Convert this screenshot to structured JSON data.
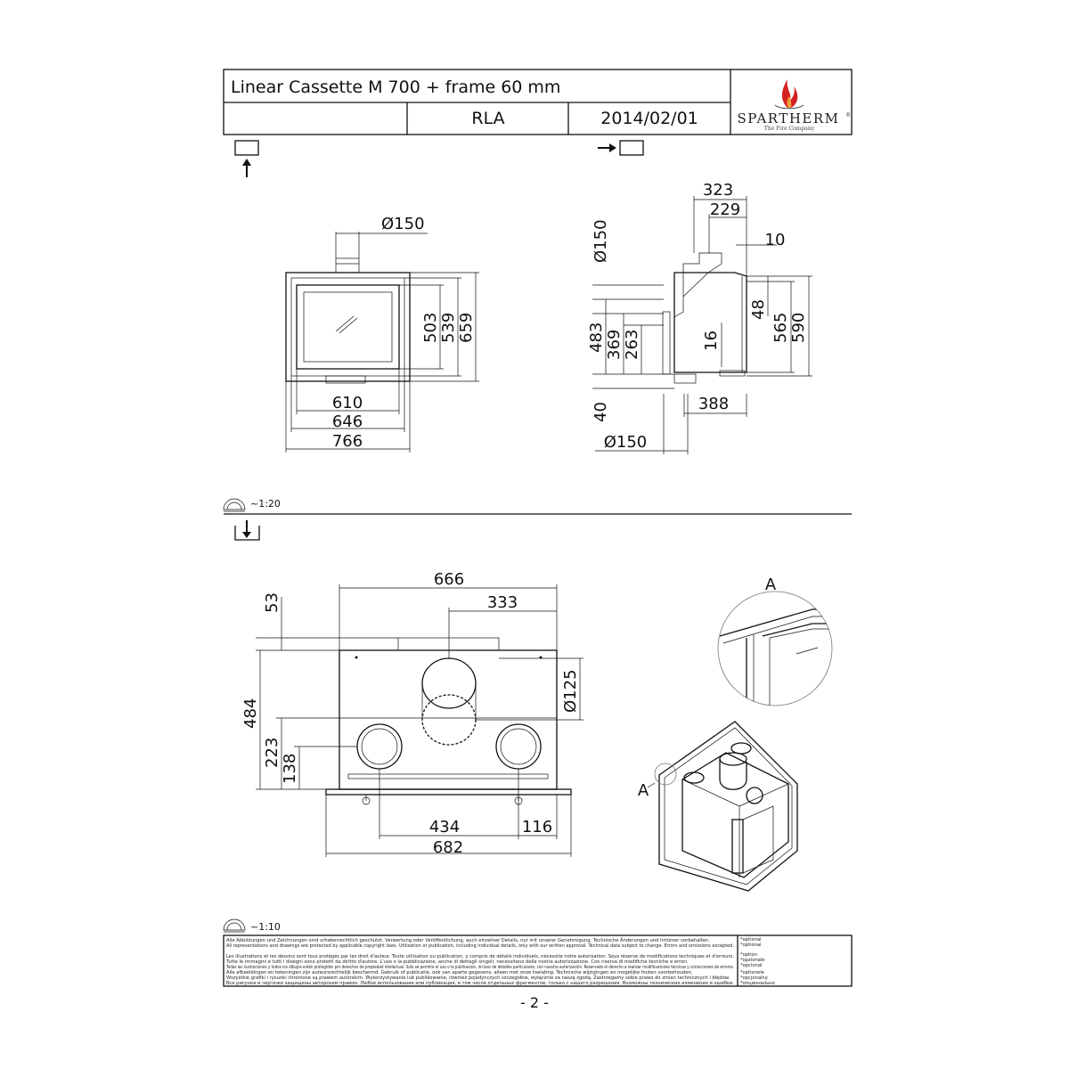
{
  "title_block": {
    "title": "Linear Cassette M 700 + frame 60 mm",
    "author": "RLA",
    "date": "2014/02/01",
    "brand": "SPARTHERM",
    "brand_mark": "®",
    "brand_tagline": "The Fire Company"
  },
  "front_view": {
    "flue": "Ø150",
    "heights": [
      "503",
      "539",
      "659"
    ],
    "widths": [
      "610",
      "646",
      "766"
    ]
  },
  "side_view": {
    "top_dims": [
      "323",
      "229",
      "10"
    ],
    "flue_top": "Ø150",
    "right_heights": [
      "48",
      "565",
      "590"
    ],
    "left_heights": [
      "483",
      "369",
      "263"
    ],
    "inner": "16",
    "bottom_depth": "388",
    "bottom_height": "40",
    "flue_bottom": "Ø150"
  },
  "scale_1": "~1:20",
  "top_view": {
    "width_top": "666",
    "offset": "333",
    "left_heights": [
      "53",
      "484",
      "223",
      "138"
    ],
    "air_inlet": "Ø125",
    "bottom_dims": [
      "434",
      "116",
      "682"
    ]
  },
  "detail": {
    "label": "A",
    "ref_label": "A"
  },
  "scale_2": "~1:10",
  "footer": {
    "legal_lines": [
      "Alle Abbildungen und Zeichnungen sind urheberrechtlich geschützt. Verwertung oder Veröffentlichung, auch einzelner Details, nur mit unserer Genehmigung. Technische Änderungen und Irrtümer vorbehalten.",
      "All representations and drawings are protected by applicable copyright laws. Utilisation or publication, including individual details, only with our written approval. Technical data subject to change. Errors and omissions excepted.",
      "Les illustrations et les dessins sont tous protégés par les droit d'auteur. Toute utilisation ou publication, y compris de détails individuels, nécessite notre autorisation. Sous réserve de modifications techniques et d'erreurs.",
      "Tutte le immagini e tutti i disegni sono protetti da diritto d'autore. L'uso o la pubblicazione, anche di dettagli singoli, necessitano della nostra autorizzazione. Con riserva di modifiche tecniche e errori.",
      "Todas las ilustraciones y todos los dibujos están protegidos por derechos de propiedad intelectual. Solo se permite el uso o la publicación, incluso de detalles particulares, con nuestra autorización. Reservado el derecho a realizar modificaciones técnicas y correcciones de errores.",
      "Alle afbeeldingen en tekeningen zijn auteursrechtelijk beschermd. Gebruik of publicatie, ook van aparte gegevens, alleen met onze toelating. Technische wijzigingen en mogelijke fouten voorbehouden.",
      "Wszystkie grafiki i rysunki chronione są prawem autorskim. Wykorzystywanie lub publikowanie, również pojedynczych szczegółów, wyłącznie za naszą zgodą. Zastrzegamy sobie prawo do zmian technicznych i błędów.",
      "Все рисунки и чертежи защищены авторским правом. Любое использование или публикация, в том числе отдельных фрагментов, только с нашего разрешения. Возможны технические изменения и ошибки."
    ],
    "optional_lines": [
      "*optional",
      "*optional",
      "*option",
      "*opzionale",
      "*opcional",
      "*optionele",
      "*opcjonalny",
      "*опционально"
    ]
  },
  "page_number": "- 2 -"
}
